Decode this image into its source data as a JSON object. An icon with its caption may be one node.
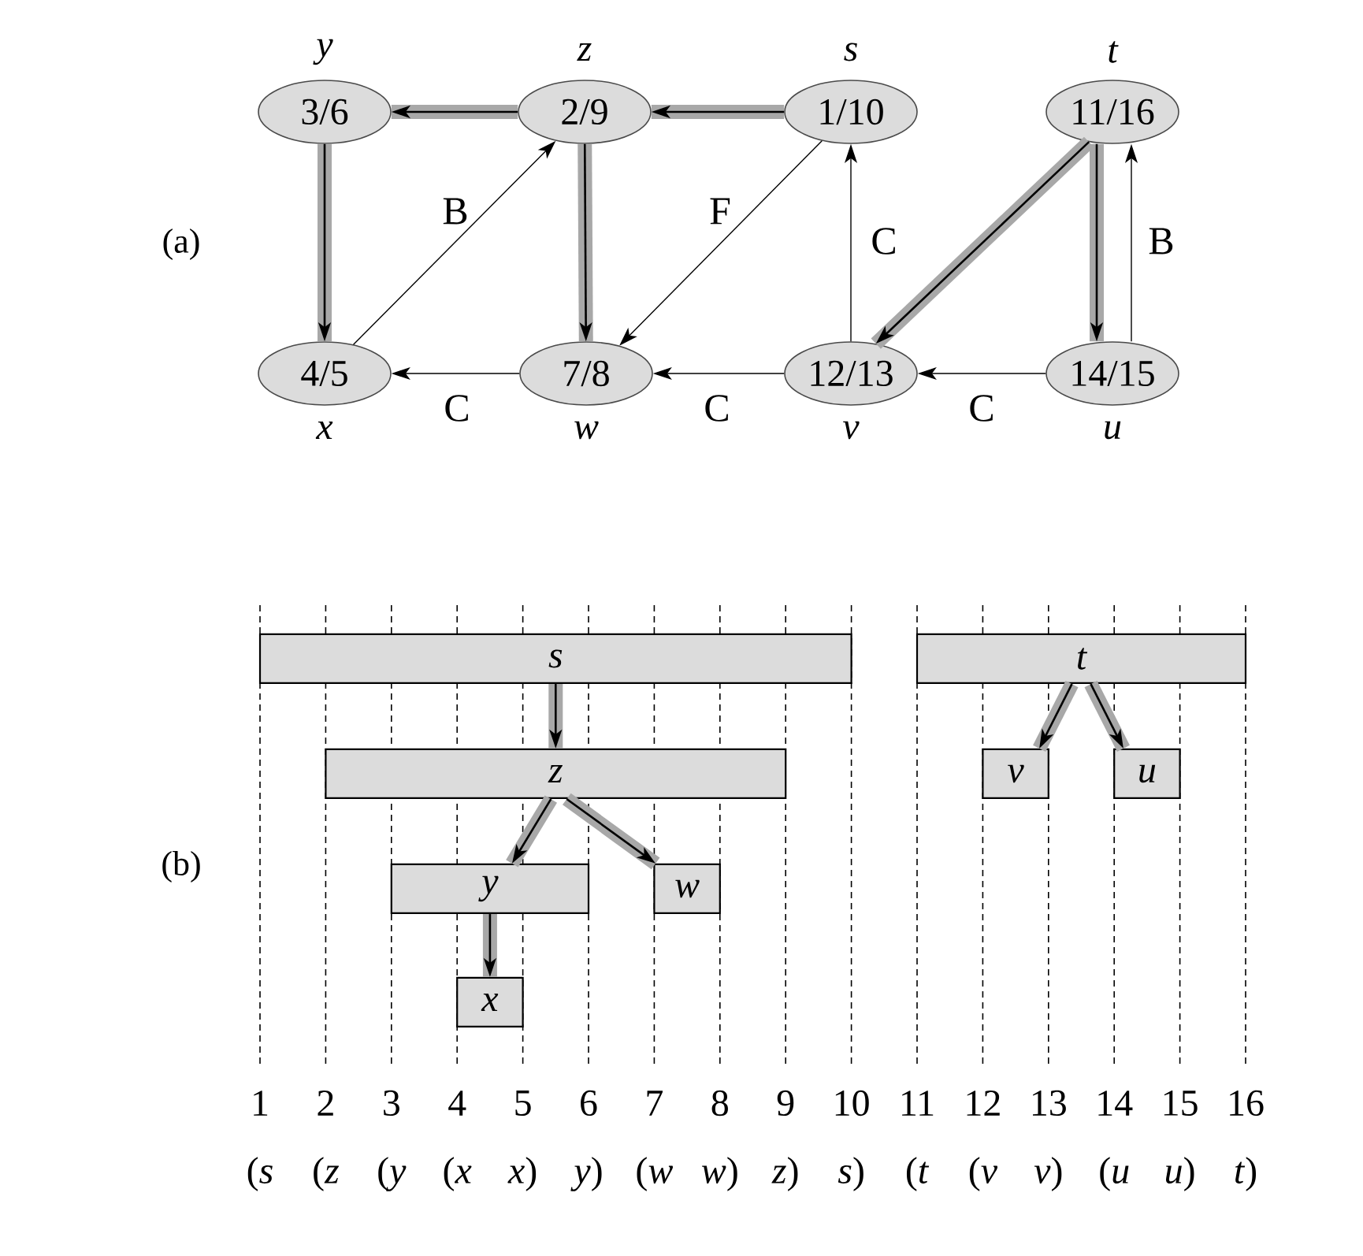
{
  "diagram": {
    "nodes": [
      {
        "text": [
          "3/6"
        ],
        "beside": [
          "y"
        ]
      },
      {
        "text": [
          "2/9"
        ],
        "beside": [
          "z"
        ]
      },
      {
        "text": [
          "1/10"
        ],
        "beside": [
          "s"
        ]
      },
      {
        "text": [
          "11/16"
        ],
        "beside": [
          "t"
        ]
      },
      {
        "text": [
          "4/5"
        ],
        "beside": [
          "x"
        ]
      },
      {
        "text": [
          "7/8"
        ],
        "beside": [
          "w"
        ]
      },
      {
        "text": [
          "12/13"
        ],
        "beside": [
          "v"
        ]
      },
      {
        "text": [
          "14/15"
        ],
        "beside": [
          "u"
        ]
      },
      {
        "text": [
          "s"
        ]
      },
      {
        "text": [
          "t"
        ]
      },
      {
        "text": [
          "z"
        ]
      },
      {
        "text": [
          "v"
        ]
      },
      {
        "text": [
          "u"
        ]
      },
      {
        "text": [
          "y"
        ]
      },
      {
        "text": [
          "w"
        ]
      },
      {
        "text": [
          "x"
        ]
      }
    ],
    "edges": [
      {
        "from": 1,
        "to": 0,
        "arrow": "to"
      },
      {
        "from": 2,
        "to": 1,
        "arrow": "to"
      },
      {
        "from": 0,
        "to": 4,
        "arrow": "to"
      },
      {
        "from": 4,
        "to": 1,
        "arrow": "to",
        "label": "B",
        "color": "#000000"
      },
      {
        "from": 1,
        "to": 5,
        "arrow": "to"
      },
      {
        "from": 2,
        "to": 5,
        "arrow": "to",
        "label": "F",
        "color": "#000000"
      },
      {
        "from": 5,
        "to": 4,
        "arrow": "to",
        "label": "C",
        "color": "#000000"
      },
      {
        "from": 6,
        "to": 5,
        "arrow": "to",
        "label": "C",
        "color": "#000000"
      },
      {
        "from": 6,
        "to": 2,
        "arrow": "to",
        "label": "C",
        "color": "#000000"
      },
      {
        "from": 3,
        "to": 6,
        "arrow": "to"
      },
      {
        "from": 3,
        "to": 7,
        "arrow": "to"
      },
      {
        "from": 7,
        "to": 3,
        "arrow": "to",
        "label": "B",
        "color": "#000000"
      },
      {
        "from": 7,
        "to": 6,
        "arrow": "to",
        "label": "C",
        "color": "#000000"
      },
      {
        "from": 8,
        "to": 10,
        "arrow": "to"
      },
      {
        "from": 10,
        "to": 13,
        "arrow": "to"
      },
      {
        "from": 10,
        "to": 14,
        "arrow": "to"
      },
      {
        "from": 13,
        "to": 15,
        "arrow": "to"
      },
      {
        "from": 9,
        "to": 11,
        "arrow": "to"
      },
      {
        "from": 9,
        "to": 12,
        "arrow": "to"
      }
    ],
    "labels": [
      "(a)",
      "(b)",
      "1",
      "2",
      "3",
      "4",
      "5",
      "6",
      "7",
      "8",
      "9",
      "10",
      "11",
      "12",
      "13",
      "14",
      "15",
      "16",
      "(*s*",
      "(*z*",
      "(*y*",
      "(*x*",
      "*x*)",
      "*y*)",
      "(*w*",
      "*w*)",
      "*z*)",
      "*s*)",
      "(*t*",
      "(*v*",
      "*v*)",
      "(*u*",
      "*u*)",
      "*t*)"
    ]
  }
}
